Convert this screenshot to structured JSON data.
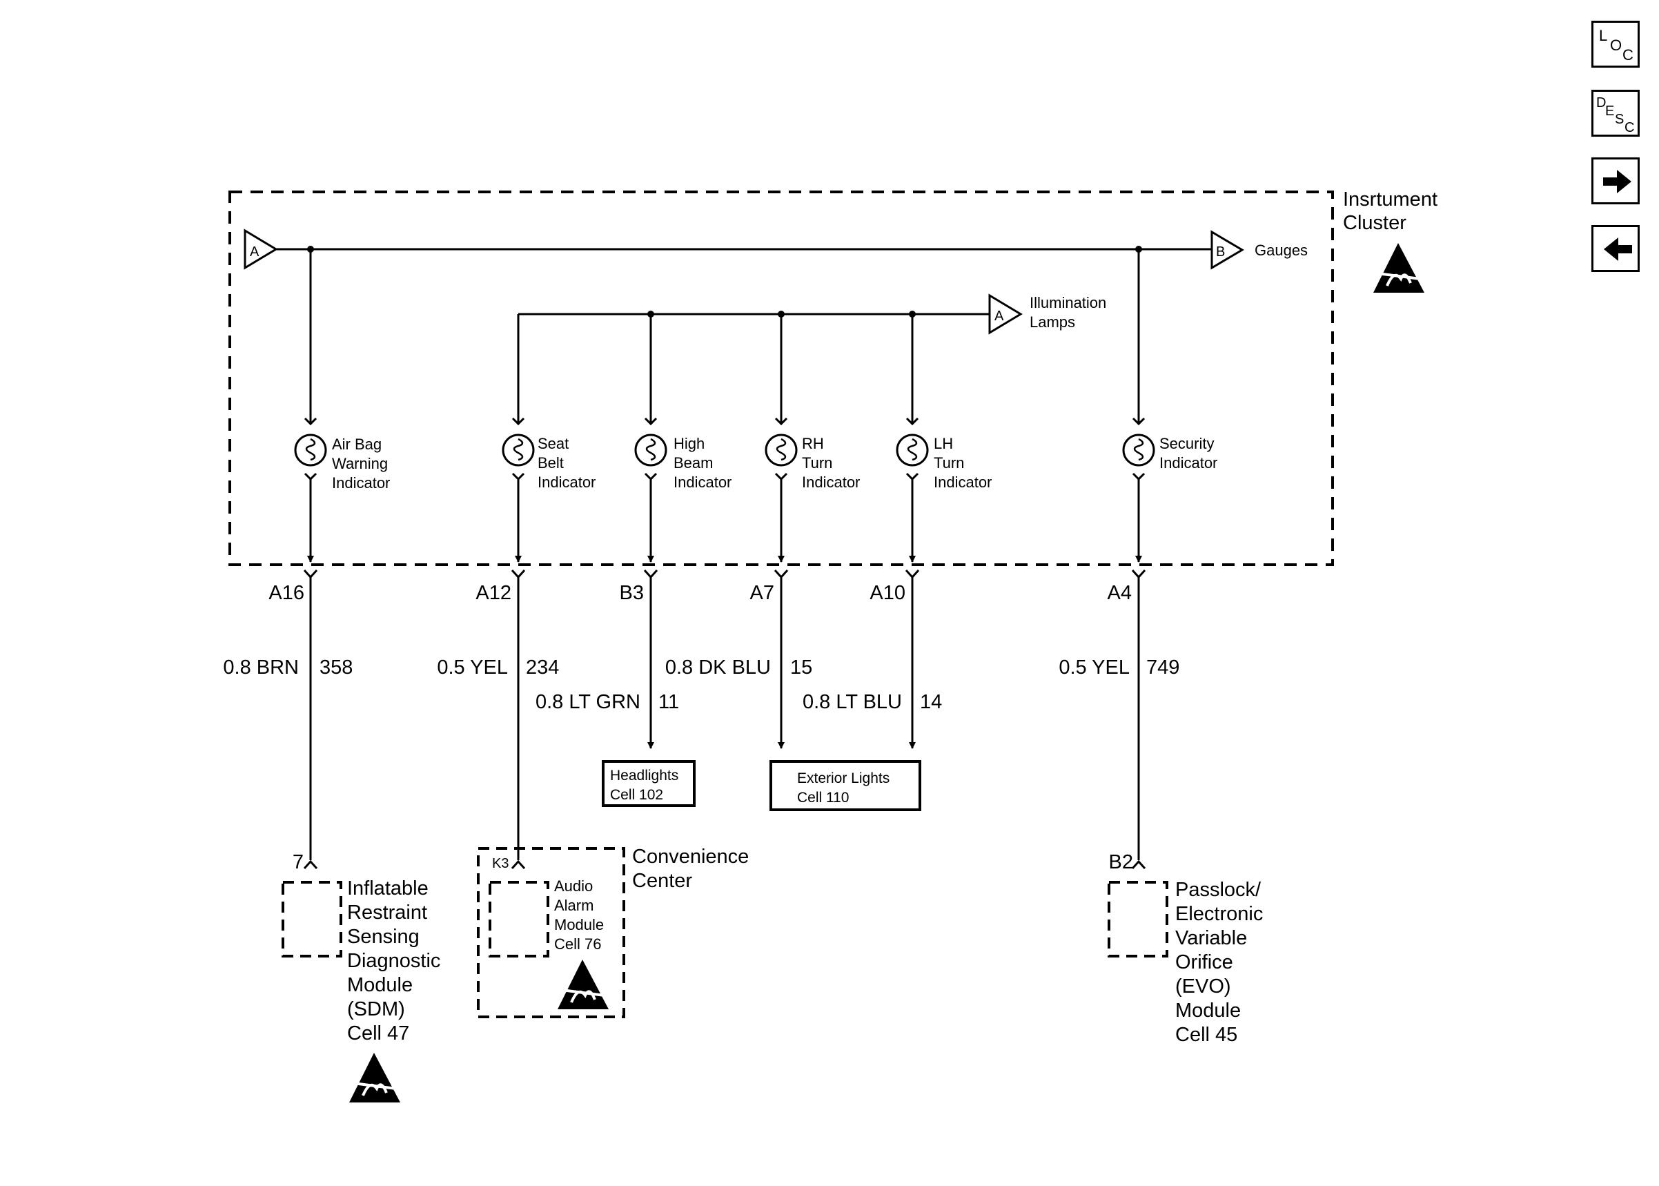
{
  "nav": {
    "loc": {
      "l": "L",
      "o": "O",
      "c": "C"
    },
    "desc": {
      "d": "D",
      "e": "E",
      "s": "S",
      "c": "C"
    },
    "next_icon": "arrow-right-icon",
    "prev_icon": "arrow-left-icon"
  },
  "cluster": {
    "title_line1": "Insrtument",
    "title_line2": "Cluster",
    "connector_a": "A",
    "connector_b": "B",
    "gauges": "Gauges",
    "illum_connector": "A",
    "illum_line1": "Illumination",
    "illum_line2": "Lamps"
  },
  "indicators": [
    {
      "lines": [
        "Air Bag",
        "Warning",
        "Indicator"
      ]
    },
    {
      "lines": [
        "Seat",
        "Belt",
        "Indicator"
      ]
    },
    {
      "lines": [
        "High",
        "Beam",
        "Indicator"
      ]
    },
    {
      "lines": [
        "RH",
        "Turn",
        "Indicator"
      ]
    },
    {
      "lines": [
        "LH",
        "Turn",
        "Indicator"
      ]
    },
    {
      "lines": [
        "Security",
        "Indicator"
      ]
    }
  ],
  "pins": [
    "A16",
    "A12",
    "B3",
    "A7",
    "A10",
    "A4"
  ],
  "wires": {
    "w358": {
      "size_color": "0.8 BRN",
      "circuit": "358"
    },
    "w234": {
      "size_color": "0.5 YEL",
      "circuit": "234"
    },
    "w11": {
      "size_color": "0.8 LT GRN",
      "circuit": "11"
    },
    "w15": {
      "size_color": "0.8 DK BLU",
      "circuit": "15"
    },
    "w14": {
      "size_color": "0.8 LT BLU",
      "circuit": "14"
    },
    "w749": {
      "size_color": "0.5 YEL",
      "circuit": "749"
    }
  },
  "boxes": {
    "headlights": [
      "Headlights",
      "Cell 102"
    ],
    "exterior": [
      "Exterior Lights",
      "Cell 110"
    ]
  },
  "sdm": {
    "pin": "7",
    "lines": [
      "Inflatable",
      "Restraint",
      "Sensing",
      "Diagnostic",
      "Module",
      "(SDM)",
      "Cell 47"
    ]
  },
  "convenience": {
    "pin": "K3",
    "title": [
      "Convenience",
      "Center"
    ],
    "lines": [
      "Audio",
      "Alarm",
      "Module",
      "Cell 76"
    ]
  },
  "passlock": {
    "pin": "B2",
    "lines": [
      "Passlock/",
      "Electronic",
      "Variable",
      "Orifice",
      "(EVO)",
      "Module",
      "Cell 45"
    ]
  },
  "icons": {
    "esd": "esd-warning-icon"
  }
}
